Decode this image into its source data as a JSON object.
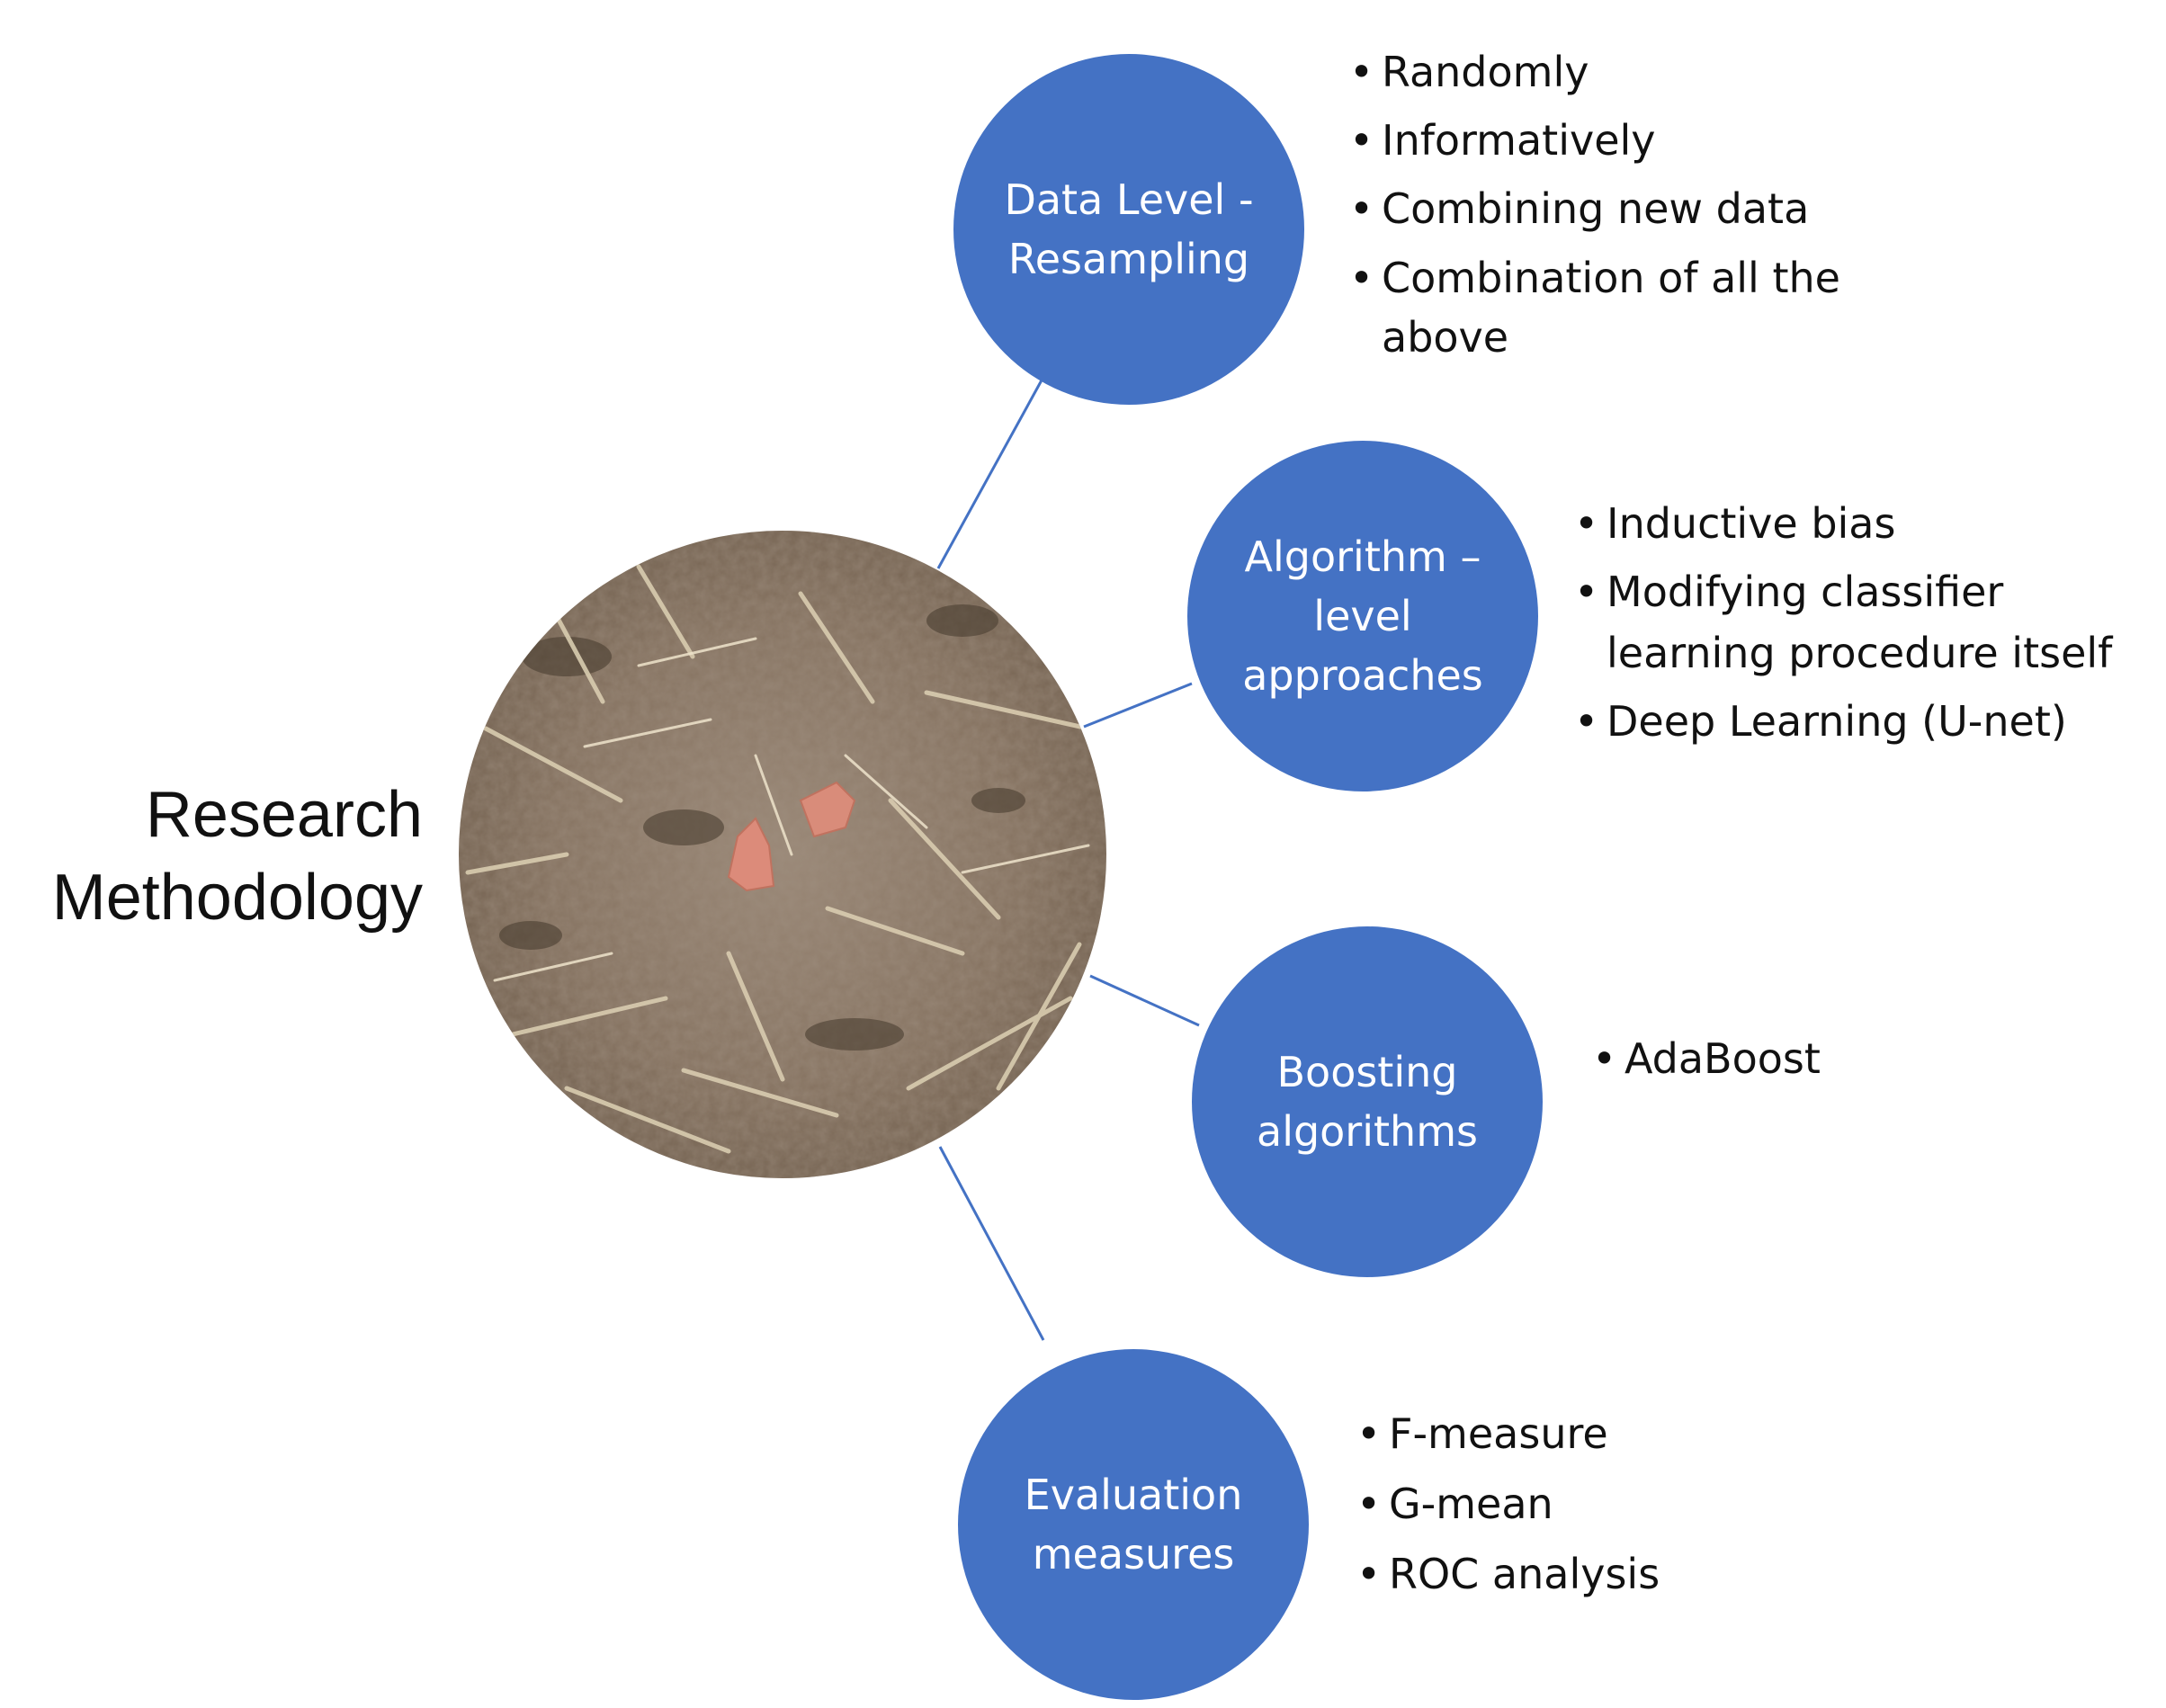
{
  "title": {
    "lines": [
      "Research",
      "Methodology"
    ]
  },
  "center_image": {
    "description_icon": "soil-ground-photo"
  },
  "nodes": [
    {
      "label_lines": [
        "Data Level -",
        "Resampling"
      ],
      "bullets": [
        "Randomly",
        "Informatively",
        "Combining new data",
        "Combination of all the above"
      ]
    },
    {
      "label_lines": [
        "Algorithm –",
        "level",
        "approaches"
      ],
      "bullets": [
        "Inductive bias",
        "Modifying classifier learning procedure itself",
        "Deep Learning (U-net)"
      ]
    },
    {
      "label_lines": [
        "Boosting",
        "algorithms"
      ],
      "bullets": [
        "AdaBoost"
      ]
    },
    {
      "label_lines": [
        "Evaluation",
        "measures"
      ],
      "bullets": [
        "F-measure",
        "G-mean",
        "ROC analysis"
      ]
    }
  ],
  "colors": {
    "node_fill": "#4472c4",
    "node_text": "#ffffff",
    "connector": "#4472c4",
    "text": "#111111"
  }
}
